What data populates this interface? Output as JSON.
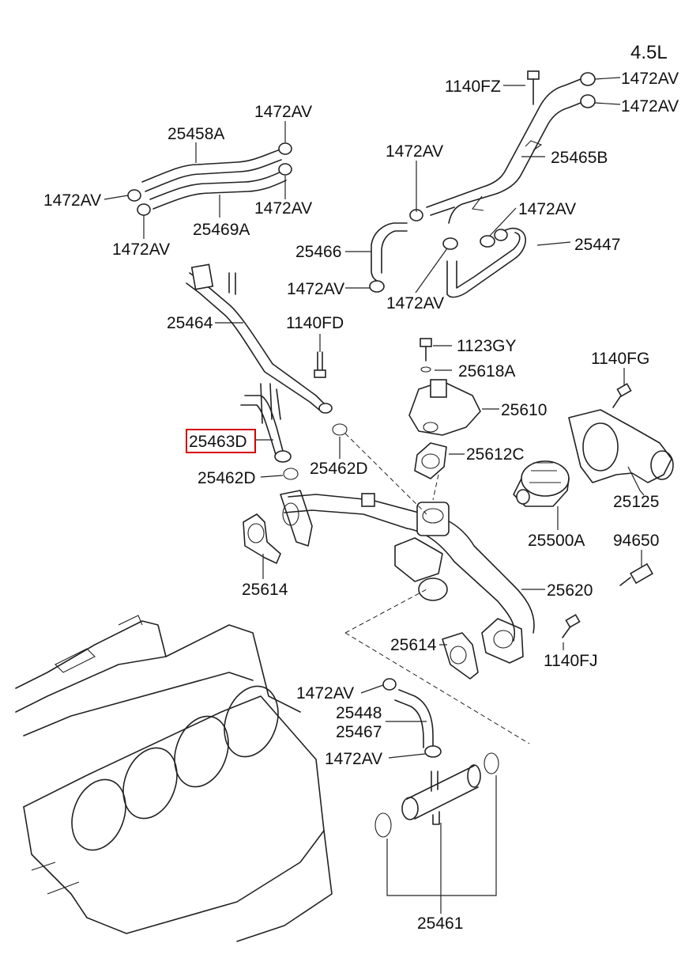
{
  "diagram": {
    "engine": "4.5L",
    "labels": {
      "l_1472AV_a": "1472AV",
      "l_1472AV_b": "1472AV",
      "l_1472AV_c": "1472AV",
      "l_1472AV_d": "1472AV",
      "l_1472AV_e": "1472AV",
      "l_1472AV_f": "1472AV",
      "l_1472AV_g": "1472AV",
      "l_1472AV_h": "1472AV",
      "l_1472AV_i": "1472AV",
      "l_1472AV_j": "1472AV",
      "l_1472AV_k": "1472AV",
      "l_1472AV_l": "1472AV",
      "l_1140FZ": "1140FZ",
      "l_25458A": "25458A",
      "l_25469A": "25469A",
      "l_25465B": "25465B",
      "l_25466": "25466",
      "l_25447": "25447",
      "l_25464": "25464",
      "l_1140FD": "1140FD",
      "l_1123GY": "1123GY",
      "l_25618A": "25618A",
      "l_1140FG": "1140FG",
      "l_25610": "25610",
      "l_25463D": "25463D",
      "l_25462D_a": "25462D",
      "l_25462D_b": "25462D",
      "l_25612C": "25612C",
      "l_25125": "25125",
      "l_25500A": "25500A",
      "l_94650": "94650",
      "l_25614_a": "25614",
      "l_25614_b": "25614",
      "l_25620": "25620",
      "l_1140FJ": "1140FJ",
      "l_25448": "25448",
      "l_25467": "25467",
      "l_25461": "25461"
    },
    "highlight_color": "#d40000"
  }
}
